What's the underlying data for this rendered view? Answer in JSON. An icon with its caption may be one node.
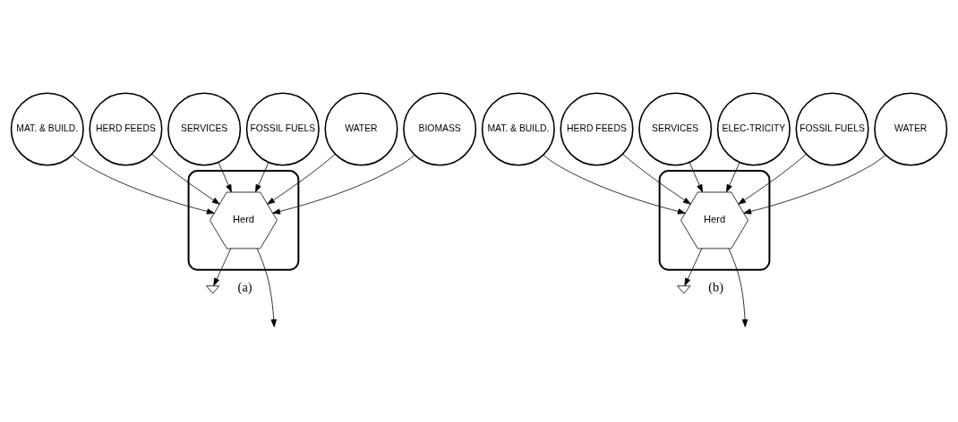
{
  "diagram": {
    "nodes": [
      {
        "text": [
          "MAT. & BUILD."
        ]
      },
      {
        "text": [
          "HERD FEEDS"
        ]
      },
      {
        "text": [
          "SERVICES"
        ]
      },
      {
        "text": [
          "FOSSIL FUELS"
        ]
      },
      {
        "text": [],
        "shape": "box"
      },
      {
        "text": [
          "Herd"
        ],
        "in": 4
      },
      {
        "text": [
          "WATER"
        ]
      },
      {
        "text": [
          "BIOMASS"
        ]
      },
      {
        "text": [],
        "shape": "ground"
      },
      {
        "text": [
          "MAT. & BUILD."
        ]
      },
      {
        "text": [
          "HERD FEEDS"
        ]
      },
      {
        "text": [
          "SERVICES"
        ]
      },
      {
        "text": [
          "ELEC-TRICITY"
        ]
      },
      {
        "text": [
          "FOSSIL FUELS"
        ]
      },
      {
        "text": [],
        "shape": "box"
      },
      {
        "text": [
          "Herd"
        ],
        "in": 14
      },
      {
        "text": [
          "WATER"
        ]
      },
      {
        "text": [],
        "shape": "ground"
      }
    ],
    "edges": [
      {
        "from": 0,
        "to": 5,
        "arrow": "to"
      },
      {
        "from": 1,
        "to": 5,
        "arrow": "to"
      },
      {
        "from": 2,
        "to": 5,
        "arrow": "to"
      },
      {
        "from": 3,
        "to": 5,
        "arrow": "to"
      },
      {
        "from": 6,
        "to": 5,
        "arrow": "to"
      },
      {
        "from": 7,
        "to": 5,
        "arrow": "to"
      },
      {
        "from": 5,
        "to": null,
        "arrow": "to"
      },
      {
        "from": 5,
        "to": 8,
        "arrow": "to"
      },
      {
        "from": 9,
        "to": 15,
        "arrow": "to"
      },
      {
        "from": 10,
        "to": 15,
        "arrow": "to"
      },
      {
        "from": 11,
        "to": 15,
        "arrow": "to"
      },
      {
        "from": 12,
        "to": 15,
        "arrow": "to"
      },
      {
        "from": 13,
        "to": 15,
        "arrow": "to"
      },
      {
        "from": 16,
        "to": 15,
        "arrow": "to"
      },
      {
        "from": 15,
        "to": null,
        "arrow": "to"
      },
      {
        "from": 15,
        "to": 17,
        "arrow": "to"
      }
    ],
    "labels": [
      "(a)",
      "(b)"
    ]
  }
}
